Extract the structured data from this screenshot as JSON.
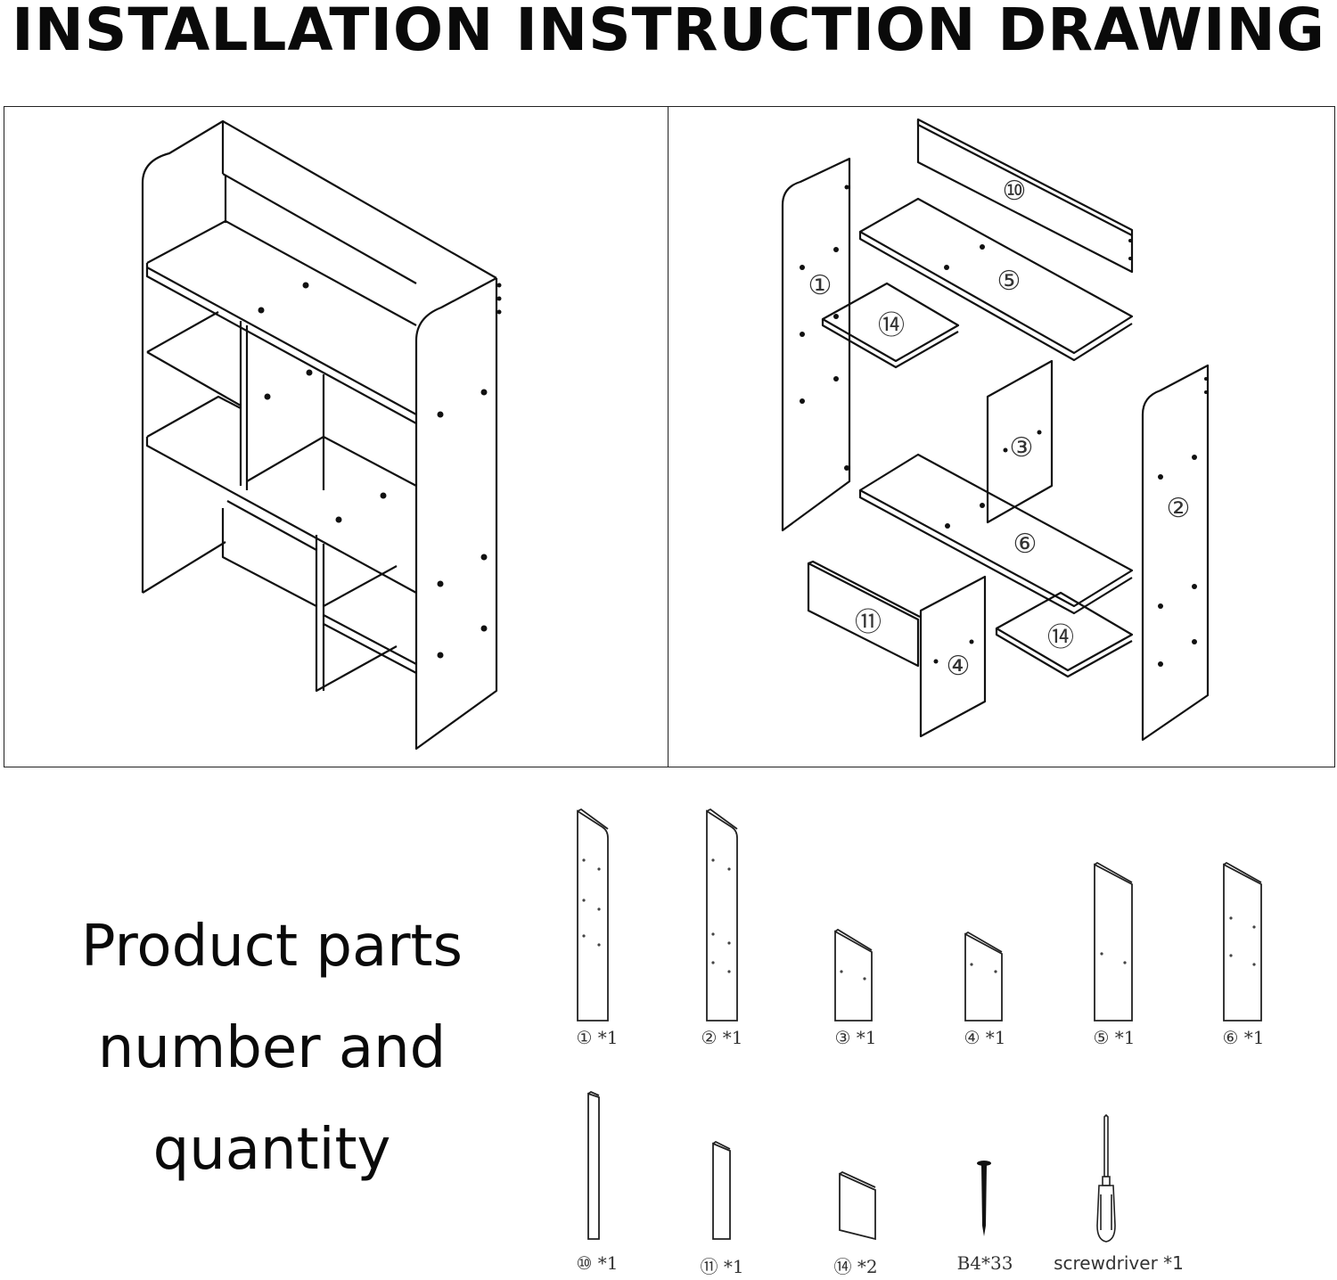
{
  "title": "INSTALLATION INSTRUCTION DRAWING",
  "heading": {
    "line1": "Product parts",
    "line2": "number and",
    "line3": "quantity"
  },
  "exploded_callouts": [
    "⑩",
    "⑤",
    "①",
    "⑭",
    "③",
    "②",
    "⑥",
    "⑪",
    "④",
    "⑭"
  ],
  "parts": [
    {
      "num": "①",
      "qty": "*1",
      "icon": "side-panel-rounded"
    },
    {
      "num": "②",
      "qty": "*1",
      "icon": "side-panel-rounded"
    },
    {
      "num": "③",
      "qty": "*1",
      "icon": "short-panel"
    },
    {
      "num": "④",
      "qty": "*1",
      "icon": "short-panel"
    },
    {
      "num": "⑤",
      "qty": "*1",
      "icon": "shelf-board"
    },
    {
      "num": "⑥",
      "qty": "*1",
      "icon": "shelf-board"
    },
    {
      "num": "⑩",
      "qty": "*1",
      "icon": "back-rail"
    },
    {
      "num": "⑪",
      "qty": "*1",
      "icon": "short-rail"
    },
    {
      "num": "⑭",
      "qty": "*2",
      "icon": "small-shelf"
    },
    {
      "num": "B4*33",
      "qty": "",
      "icon": "screw-icon"
    },
    {
      "num": "screwdriver",
      "qty": "*1",
      "icon": "screwdriver-icon"
    }
  ]
}
